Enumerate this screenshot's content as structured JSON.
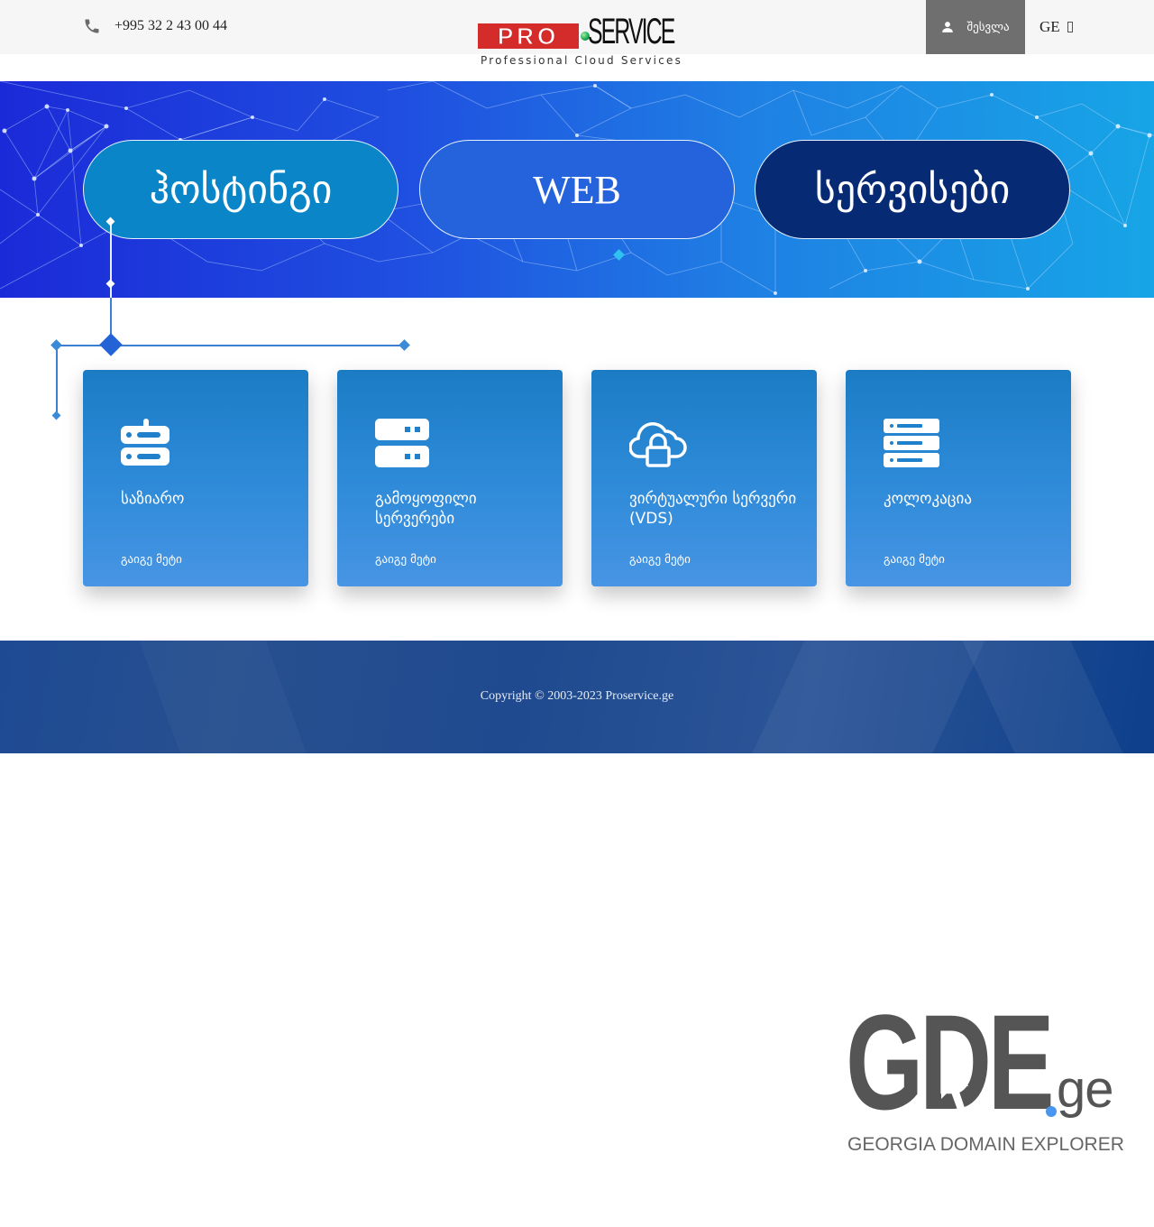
{
  "header": {
    "phone": "+995 32 2 43 00 44",
    "phone_icon": "phone-icon",
    "logo": {
      "pro": "PRO",
      "service": "SERVICE",
      "tagline": "Professional Cloud Services"
    },
    "login_label": "შესვლა",
    "login_icon": "user-icon",
    "language": "GE",
    "language_icon": "chevron-down-icon"
  },
  "banner": {
    "pills": [
      {
        "label": "ჰოსტინგი",
        "color": "#0a86c8"
      },
      {
        "label": "WEB",
        "color": "#2563dc"
      },
      {
        "label": "სერვისები",
        "color": "#062a74"
      }
    ]
  },
  "cards": [
    {
      "icon": "server-network-icon",
      "title": "საზიარო",
      "more": "გაიგე მეტი"
    },
    {
      "icon": "dedicated-server-icon",
      "title": "გამოყოფილი სერვერები",
      "more": "გაიგე მეტი"
    },
    {
      "icon": "cloud-lock-icon",
      "title": "ვირტუალური სერვერი (VDS)",
      "more": "გაიგე მეტი"
    },
    {
      "icon": "server-rack-icon",
      "title": "კოლოკაცია",
      "more": "გაიგე მეტი"
    }
  ],
  "footer": {
    "copyright": "Copyright © 2003-2023 Proservice.ge"
  },
  "gde_logo": {
    "letters": "GDE",
    "tld": "ge",
    "subtitle": "GEORGIA DOMAIN EXPLORER",
    "accent": "#4a96ee"
  }
}
